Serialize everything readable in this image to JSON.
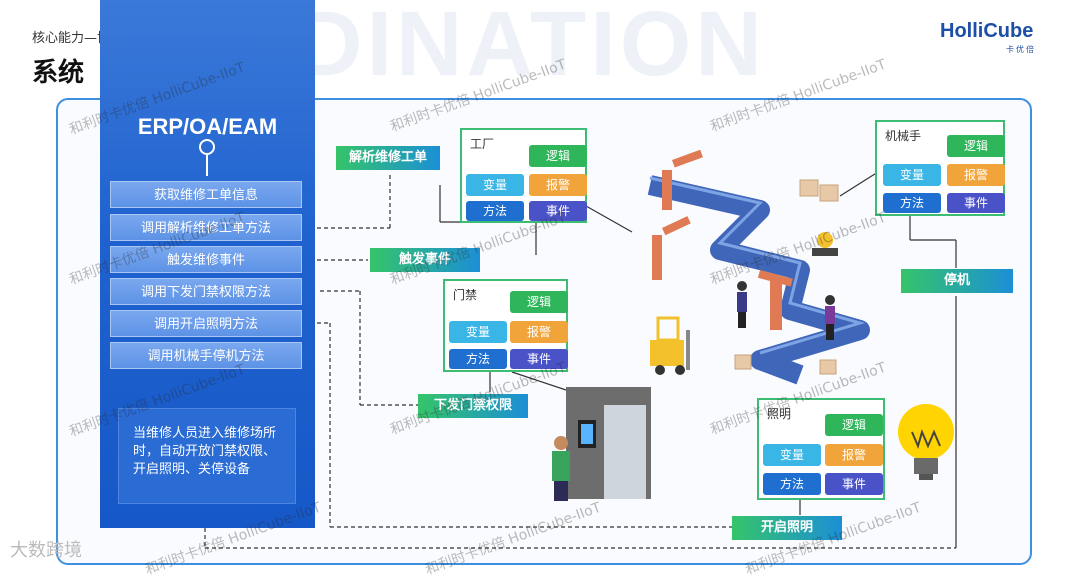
{
  "header": {
    "breadcrumb": "核心能力—协同",
    "title": "系统",
    "bg_word": "ORDINATION",
    "logo": "HolliCube",
    "logo_sub": "卡优倍"
  },
  "left_panel": {
    "heading": "ERP/OA/EAM",
    "methods": [
      "获取维修工单信息",
      "调用解析维修工单方法",
      "触发维修事件",
      "调用下发门禁权限方法",
      "调用开启照明方法",
      "调用机械手停机方法"
    ],
    "description": "当维修人员进入维修场所时，自动开放门禁权限、开启照明、关停设备"
  },
  "flow_labels": {
    "parse": "解析维修工单",
    "trigger": "触发事件",
    "door": "下发门禁权限",
    "light": "开启照明",
    "stop": "停机"
  },
  "cards": {
    "factory": {
      "title": "工厂",
      "logic": "逻辑",
      "variable": "变量",
      "alarm": "报警",
      "method": "方法",
      "event": "事件"
    },
    "robot": {
      "title": "机械手",
      "logic": "逻辑",
      "variable": "变量",
      "alarm": "报警",
      "method": "方法",
      "event": "事件"
    },
    "door": {
      "title": "门禁",
      "logic": "逻辑",
      "variable": "变量",
      "alarm": "报警",
      "method": "方法",
      "event": "事件"
    },
    "light": {
      "title": "照明",
      "logic": "逻辑",
      "variable": "变量",
      "alarm": "报警",
      "method": "方法",
      "event": "事件"
    }
  },
  "watermark": "和利时卡优倍 HolliCube-IIoT",
  "footer": "大数跨境",
  "colors": {
    "accent": "#1f62cf",
    "green": "#35c46a",
    "frame": "#3d8fe0"
  }
}
